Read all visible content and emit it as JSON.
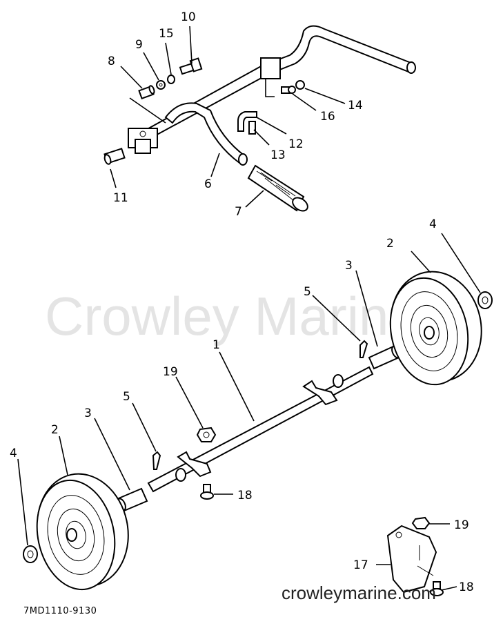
{
  "callouts": {
    "c1": "1",
    "c2a": "2",
    "c2b": "2",
    "c3a": "3",
    "c3b": "3",
    "c4a": "4",
    "c4b": "4",
    "c5a": "5",
    "c5b": "5",
    "c6": "6",
    "c7": "7",
    "c8": "8",
    "c9": "9",
    "c10": "10",
    "c11": "11",
    "c12": "12",
    "c13": "13",
    "c14": "14",
    "c15": "15",
    "c16": "16",
    "c17": "17",
    "c18a": "18",
    "c18b": "18",
    "c19a": "19",
    "c19b": "19"
  },
  "diagram_code": "7MD1110-9130",
  "watermark_center": "Crowley Marine",
  "watermark_url": "crowleymarine.com"
}
